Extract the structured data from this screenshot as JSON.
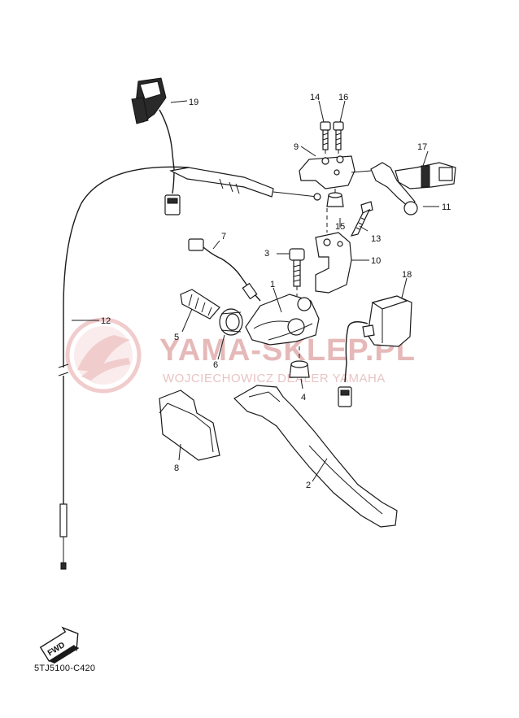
{
  "watermark": {
    "brand": "YAMA-SKLEP.PL",
    "dealer": "WOJCIECHOWICZ DEALER YAMAHA",
    "logo_color": "#e7a3a3"
  },
  "diagram_code": "5TJ5100-C420",
  "fwd_badge": "FWD",
  "callouts": [
    "1",
    "2",
    "3",
    "4",
    "5",
    "6",
    "7",
    "8",
    "9",
    "10",
    "11",
    "12",
    "13",
    "14",
    "15",
    "16",
    "17",
    "18",
    "19"
  ]
}
